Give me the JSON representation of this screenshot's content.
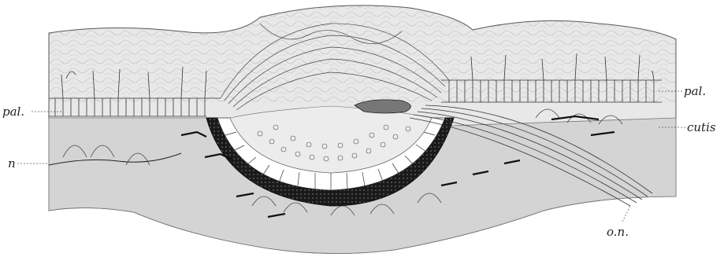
{
  "labels": {
    "pal_left": "pal.",
    "pal_right": "pal.",
    "cutis": "cutis",
    "n": "n",
    "on": "o.n."
  },
  "colors": {
    "background": "#ffffff",
    "outer_layer": "#e9e9e9",
    "inner_layer": "#d6d6d6",
    "eye_pit": "#dedede",
    "pigment": "#111111",
    "line": "#1a1a1a"
  }
}
